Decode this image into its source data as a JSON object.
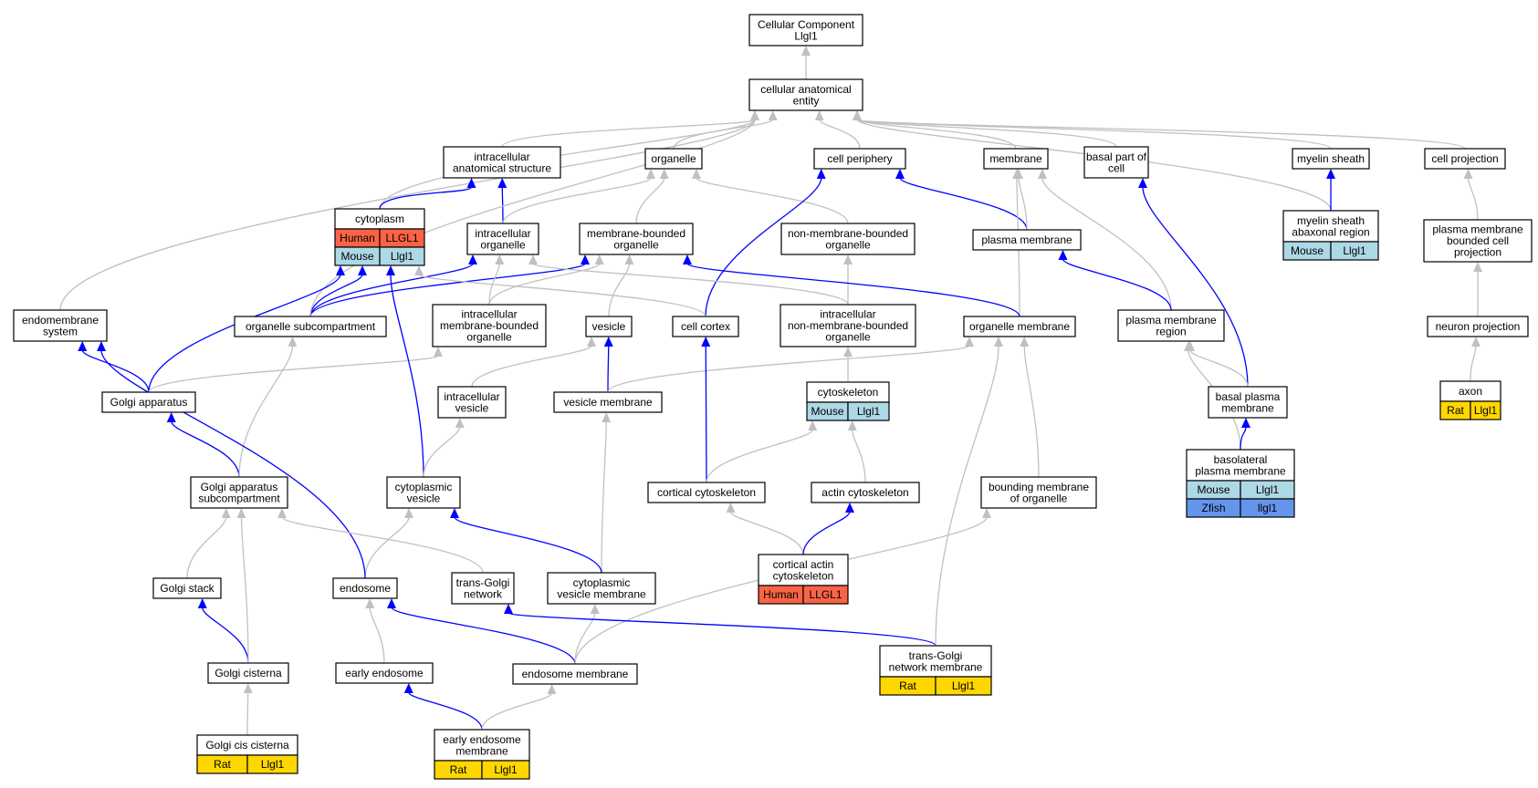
{
  "colors": {
    "human": "#fa6347",
    "mouse": "#add8e6",
    "rat": "#ffd700",
    "zfish": "#6495ed",
    "is_a_edge": "#c0c0c0",
    "part_of_edge": "#0000ff"
  },
  "nodes": {
    "root": "Cellular Component\nLlgl1",
    "cae": "cellular anatomical\nentity",
    "ias": "intracellular\nanatomical structure",
    "organelle": "organelle",
    "cellper": "cell periphery",
    "membrane": "membrane",
    "basalpart": "basal part of\ncell",
    "myelin": "myelin sheath",
    "cellproj": "cell projection",
    "cytoplasm": "cytoplasm",
    "intraorg": "intracellular\norganelle",
    "mbo": "membrane-bounded\norganelle",
    "nmbo": "non-membrane-bounded\norganelle",
    "plasmamem": "plasma membrane",
    "myelinabax": "myelin sheath\nabaxonal region",
    "pmbcp": "plasma membrane\nbounded cell\nprojection",
    "endomem": "endomembrane\nsystem",
    "orgsub": "organelle subcompartment",
    "imbo": "intracellular\nmembrane-bounded\norganelle",
    "vesicle": "vesicle",
    "cellcortex": "cell cortex",
    "inmbo": "intracellular\nnon-membrane-bounded\norganelle",
    "orgmem": "organelle membrane",
    "pmregion": "plasma membrane\nregion",
    "neuronproj": "neuron projection",
    "golgi": "Golgi apparatus",
    "intravesicle": "intracellular\nvesicle",
    "vesmem": "vesicle membrane",
    "cytoskeleton": "cytoskeleton",
    "basalpm": "basal plasma\nmembrane",
    "axon": "axon",
    "golgisub": "Golgi apparatus\nsubcompartment",
    "cytovesicle": "cytoplasmic\nvesicle",
    "cortcyto": "cortical cytoskeleton",
    "actincyto": "actin cytoskeleton",
    "boundmem": "bounding membrane\nof organelle",
    "basolat": "basolateral\nplasma membrane",
    "golgistack": "Golgi stack",
    "endosome": "endosome",
    "tgn": "trans-Golgi\nnetwork",
    "cvm": "cytoplasmic\nvesicle membrane",
    "cortactin": "cortical actin\ncytoskeleton",
    "golgicist": "Golgi cisterna",
    "earlyendo": "early endosome",
    "endomembr": "endosome membrane",
    "tgnmem": "trans-Golgi\nnetwork membrane",
    "golgicis": "Golgi cis cisterna",
    "eem": "early endosome\nmembrane"
  },
  "annotations": {
    "cytoplasm": [
      {
        "species": "Human",
        "gene": "LLGL1",
        "color": "#fa6347"
      },
      {
        "species": "Mouse",
        "gene": "Llgl1",
        "color": "#add8e6"
      }
    ],
    "myelinabax": [
      {
        "species": "Mouse",
        "gene": "Llgl1",
        "color": "#add8e6"
      }
    ],
    "cytoskeleton": [
      {
        "species": "Mouse",
        "gene": "Llgl1",
        "color": "#add8e6"
      }
    ],
    "axon": [
      {
        "species": "Rat",
        "gene": "Llgl1",
        "color": "#ffd700"
      }
    ],
    "basolat": [
      {
        "species": "Mouse",
        "gene": "Llgl1",
        "color": "#add8e6"
      },
      {
        "species": "Zfish",
        "gene": "llgl1",
        "color": "#6495ed"
      }
    ],
    "cortactin": [
      {
        "species": "Human",
        "gene": "LLGL1",
        "color": "#fa6347"
      }
    ],
    "tgnmem": [
      {
        "species": "Rat",
        "gene": "Llgl1",
        "color": "#ffd700"
      }
    ],
    "golgicis": [
      {
        "species": "Rat",
        "gene": "Llgl1",
        "color": "#ffd700"
      }
    ],
    "eem": [
      {
        "species": "Rat",
        "gene": "Llgl1",
        "color": "#ffd700"
      }
    ]
  },
  "edges": [
    {
      "from": "cae",
      "to": "root",
      "type": "is_a"
    },
    {
      "from": "ias",
      "to": "cae",
      "type": "is_a"
    },
    {
      "from": "organelle",
      "to": "cae",
      "type": "is_a"
    },
    {
      "from": "cellper",
      "to": "cae",
      "type": "is_a"
    },
    {
      "from": "membrane",
      "to": "cae",
      "type": "is_a"
    },
    {
      "from": "basalpart",
      "to": "cae",
      "type": "is_a"
    },
    {
      "from": "myelin",
      "to": "cae",
      "type": "is_a"
    },
    {
      "from": "cellproj",
      "to": "cae",
      "type": "is_a"
    },
    {
      "from": "cytoplasm",
      "to": "cae",
      "type": "is_a"
    },
    {
      "from": "endomem",
      "to": "cae",
      "type": "is_a"
    },
    {
      "from": "myelinabax",
      "to": "cae",
      "type": "is_a"
    },
    {
      "from": "cytoplasm",
      "to": "ias",
      "type": "part_of"
    },
    {
      "from": "intraorg",
      "to": "ias",
      "type": "part_of"
    },
    {
      "from": "intraorg",
      "to": "organelle",
      "type": "is_a"
    },
    {
      "from": "mbo",
      "to": "organelle",
      "type": "is_a"
    },
    {
      "from": "nmbo",
      "to": "organelle",
      "type": "is_a"
    },
    {
      "from": "plasmamem",
      "to": "cellper",
      "type": "part_of"
    },
    {
      "from": "cellcortex",
      "to": "cellper",
      "type": "part_of"
    },
    {
      "from": "plasmamem",
      "to": "membrane",
      "type": "is_a"
    },
    {
      "from": "orgmem",
      "to": "membrane",
      "type": "is_a"
    },
    {
      "from": "pmregion",
      "to": "membrane",
      "type": "is_a"
    },
    {
      "from": "basalpm",
      "to": "basalpart",
      "type": "part_of"
    },
    {
      "from": "myelinabax",
      "to": "myelin",
      "type": "part_of"
    },
    {
      "from": "pmbcp",
      "to": "cellproj",
      "type": "is_a"
    },
    {
      "from": "neuronproj",
      "to": "pmbcp",
      "type": "is_a"
    },
    {
      "from": "axon",
      "to": "neuronproj",
      "type": "is_a"
    },
    {
      "from": "inmbo",
      "to": "nmbo",
      "type": "is_a"
    },
    {
      "from": "cytoskeleton",
      "to": "inmbo",
      "type": "is_a"
    },
    {
      "from": "orgsub",
      "to": "cytoplasm",
      "type": "part_of"
    },
    {
      "from": "orgsub",
      "to": "intraorg",
      "type": "part_of"
    },
    {
      "from": "orgsub",
      "to": "mbo",
      "type": "part_of"
    },
    {
      "from": "orgsub",
      "to": "cae",
      "type": "is_a"
    },
    {
      "from": "cellcortex",
      "to": "cytoplasm",
      "type": "is_a"
    },
    {
      "from": "imbo",
      "to": "intraorg",
      "type": "is_a"
    },
    {
      "from": "imbo",
      "to": "mbo",
      "type": "is_a"
    },
    {
      "from": "vesicle",
      "to": "mbo",
      "type": "is_a"
    },
    {
      "from": "orgmem",
      "to": "mbo",
      "type": "part_of"
    },
    {
      "from": "inmbo",
      "to": "intraorg",
      "type": "is_a"
    },
    {
      "from": "golgi",
      "to": "cytoplasm",
      "type": "part_of"
    },
    {
      "from": "golgi",
      "to": "endomem",
      "type": "part_of"
    },
    {
      "from": "golgi",
      "to": "imbo",
      "type": "is_a"
    },
    {
      "from": "cytovesicle",
      "to": "cytoplasm",
      "type": "part_of"
    },
    {
      "from": "intravesicle",
      "to": "vesicle",
      "type": "is_a"
    },
    {
      "from": "vesmem",
      "to": "vesicle",
      "type": "part_of"
    },
    {
      "from": "vesmem",
      "to": "orgmem",
      "type": "is_a"
    },
    {
      "from": "cortcyto",
      "to": "cellcortex",
      "type": "part_of"
    },
    {
      "from": "cortcyto",
      "to": "cytoskeleton",
      "type": "is_a"
    },
    {
      "from": "actincyto",
      "to": "cytoskeleton",
      "type": "is_a"
    },
    {
      "from": "boundmem",
      "to": "orgmem",
      "type": "is_a"
    },
    {
      "from": "basalpm",
      "to": "pmregion",
      "type": "is_a"
    },
    {
      "from": "pmregion",
      "to": "plasmamem",
      "type": "part_of"
    },
    {
      "from": "basolat",
      "to": "pmregion",
      "type": "is_a"
    },
    {
      "from": "basolat",
      "to": "basalpm",
      "type": "part_of"
    },
    {
      "from": "golgisub",
      "to": "golgi",
      "type": "part_of"
    },
    {
      "from": "golgisub",
      "to": "orgsub",
      "type": "is_a"
    },
    {
      "from": "cytovesicle",
      "to": "intravesicle",
      "type": "is_a"
    },
    {
      "from": "cvm",
      "to": "vesmem",
      "type": "is_a"
    },
    {
      "from": "cvm",
      "to": "cytovesicle",
      "type": "part_of"
    },
    {
      "from": "cortactin",
      "to": "cortcyto",
      "type": "is_a"
    },
    {
      "from": "cortactin",
      "to": "actincyto",
      "type": "part_of"
    },
    {
      "from": "golgistack",
      "to": "golgisub",
      "type": "is_a"
    },
    {
      "from": "endosome",
      "to": "cytovesicle",
      "type": "is_a"
    },
    {
      "from": "endosome",
      "to": "endomem",
      "type": "part_of"
    },
    {
      "from": "tgn",
      "to": "golgisub",
      "type": "is_a"
    },
    {
      "from": "golgicist",
      "to": "golgistack",
      "type": "part_of"
    },
    {
      "from": "golgicist",
      "to": "golgisub",
      "type": "is_a"
    },
    {
      "from": "earlyendo",
      "to": "endosome",
      "type": "is_a"
    },
    {
      "from": "endomembr",
      "to": "endosome",
      "type": "part_of"
    },
    {
      "from": "endomembr",
      "to": "cvm",
      "type": "is_a"
    },
    {
      "from": "endomembr",
      "to": "boundmem",
      "type": "is_a"
    },
    {
      "from": "tgnmem",
      "to": "tgn",
      "type": "part_of"
    },
    {
      "from": "tgnmem",
      "to": "orgmem",
      "type": "is_a"
    },
    {
      "from": "golgicis",
      "to": "golgicist",
      "type": "is_a"
    },
    {
      "from": "eem",
      "to": "earlyendo",
      "type": "part_of"
    },
    {
      "from": "eem",
      "to": "endomembr",
      "type": "is_a"
    }
  ]
}
